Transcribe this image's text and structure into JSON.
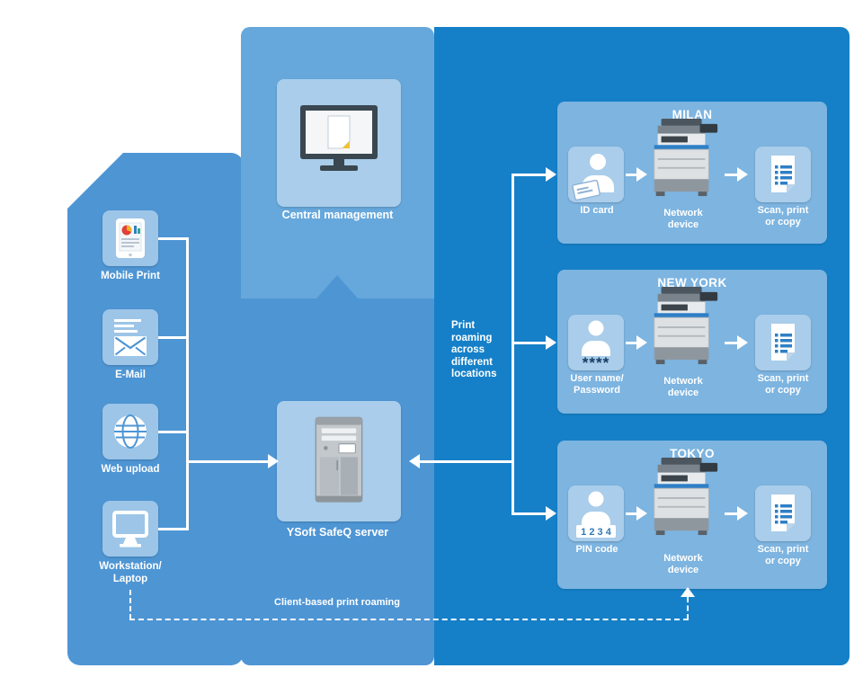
{
  "colors": {
    "panel_blue": "#4E95D4",
    "panel_light_blue": "#66A8DC",
    "panel_dark_blue": "#1580C8",
    "location_box_blue": "#7DB4E0",
    "tile_blue": "#A9CDEA",
    "accent_yellow": "#F2C12E",
    "text_white": "#FFFFFF"
  },
  "left_sources": [
    {
      "label": "Mobile Print"
    },
    {
      "label": "E-Mail"
    },
    {
      "label": "Web upload"
    },
    {
      "label": "Workstation/\nLaptop"
    }
  ],
  "central": {
    "label": "Central management"
  },
  "server": {
    "label": "YSoft SafeQ server"
  },
  "notes": {
    "print_roaming": "Print roaming across different locations",
    "client_roaming": "Client-based print roaming"
  },
  "locations": [
    {
      "name": "MILAN",
      "auth": "ID card",
      "device": "Network\ndevice",
      "output": "Scan, print\nor copy"
    },
    {
      "name": "NEW YORK",
      "auth": "User name/\nPassword",
      "auth_mark": "****",
      "device": "Network\ndevice",
      "output": "Scan, print\nor copy"
    },
    {
      "name": "TOKYO",
      "auth": "PIN code",
      "auth_mark": "1 2 3 4",
      "device": "Network\ndevice",
      "output": "Scan, print\nor copy"
    }
  ]
}
